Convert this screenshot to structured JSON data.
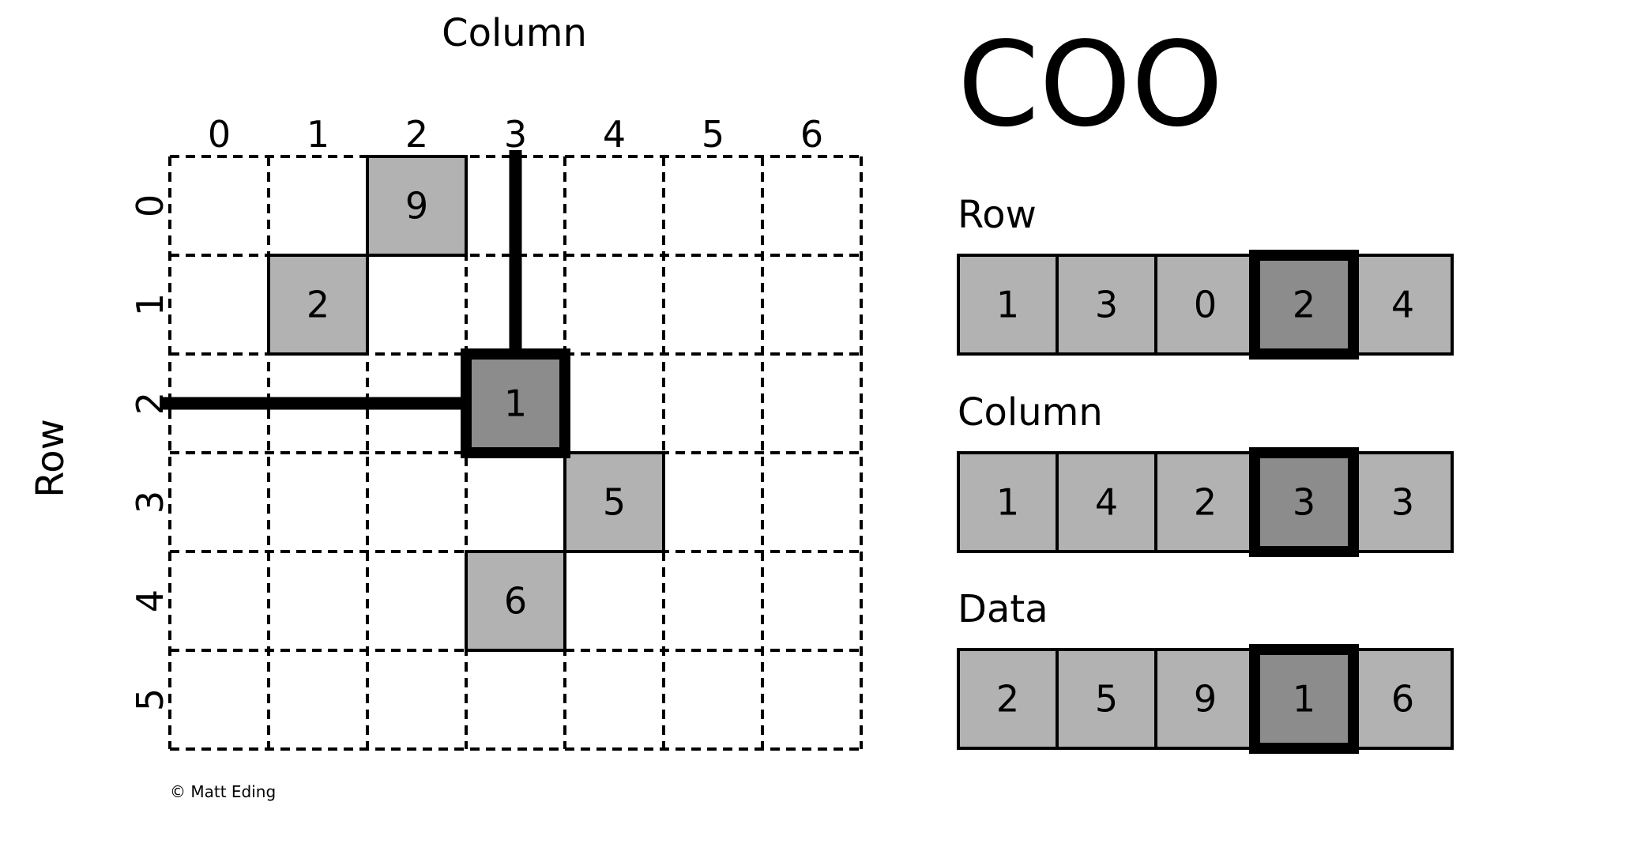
{
  "title": "COO",
  "matrix": {
    "column_axis_label": "Column",
    "row_axis_label": "Row",
    "column_indices": [
      "0",
      "1",
      "2",
      "3",
      "4",
      "5",
      "6"
    ],
    "row_indices": [
      "0",
      "1",
      "2",
      "3",
      "4",
      "5"
    ],
    "cells": [
      {
        "row": 0,
        "col": 2,
        "value": "9",
        "highlighted": false
      },
      {
        "row": 1,
        "col": 1,
        "value": "2",
        "highlighted": false
      },
      {
        "row": 2,
        "col": 3,
        "value": "1",
        "highlighted": true
      },
      {
        "row": 3,
        "col": 4,
        "value": "5",
        "highlighted": false
      },
      {
        "row": 4,
        "col": 3,
        "value": "6",
        "highlighted": false
      }
    ]
  },
  "arrays": [
    {
      "key": "row",
      "label": "Row",
      "values": [
        "1",
        "3",
        "0",
        "2",
        "4"
      ],
      "highlight_index": 3
    },
    {
      "key": "column",
      "label": "Column",
      "values": [
        "1",
        "4",
        "2",
        "3",
        "3"
      ],
      "highlight_index": 3
    },
    {
      "key": "data",
      "label": "Data",
      "values": [
        "2",
        "5",
        "9",
        "1",
        "6"
      ],
      "highlight_index": 3
    }
  ],
  "colors": {
    "cell_fill": "#b2b2b2",
    "highlight_fill": "#8c8c8c",
    "line": "#000000"
  },
  "copyright": "© Matt Eding"
}
